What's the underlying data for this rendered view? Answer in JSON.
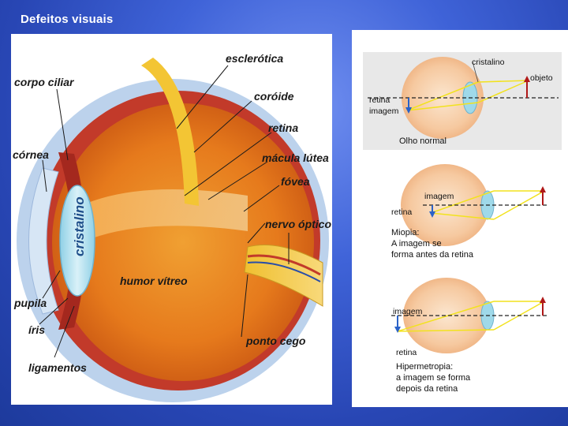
{
  "page": {
    "title": "Defeitos visuais"
  },
  "anatomy": {
    "labels": {
      "esclerotica": "esclerótica",
      "corpo_ciliar": "corpo ciliar",
      "coroide": "coróide",
      "retina": "retina",
      "cornea": "córnea",
      "macula": "mácula lútea",
      "fovea": "fóvea",
      "cristalino": "cristalino",
      "nervo_optico": "nervo óptico",
      "humor_vitreo": "humor vítreo",
      "pupila": "pupila",
      "iris": "íris",
      "ponto_cego": "ponto cego",
      "ligamentos": "ligamentos"
    }
  },
  "optics": {
    "normal": {
      "cristalino": "cristalino",
      "objeto": "objeto",
      "retina": "retina",
      "imagem": "imagem",
      "caption": "Olho normal"
    },
    "miopia": {
      "imagem": "imagem",
      "retina": "retina",
      "caption_1": "Miopia:",
      "caption_2": "A imagem se",
      "caption_3": "forma antes da retina"
    },
    "hipermetropia": {
      "imagem": "imagem",
      "retina": "retina",
      "caption_1": "Hipermetropia:",
      "caption_2": "a imagem se forma",
      "caption_3": "depois da retina"
    }
  },
  "colors": {
    "background": "#3f63d8",
    "eye_orange": "#e8741e",
    "sclera_blue": "#bcd2ec",
    "lens_cyan": "#9fd9e9",
    "nerve_yellow": "#f3c534",
    "ray_yellow": "#f2e21e",
    "arrow_red": "#b01818",
    "image_blue": "#2a62c8"
  }
}
